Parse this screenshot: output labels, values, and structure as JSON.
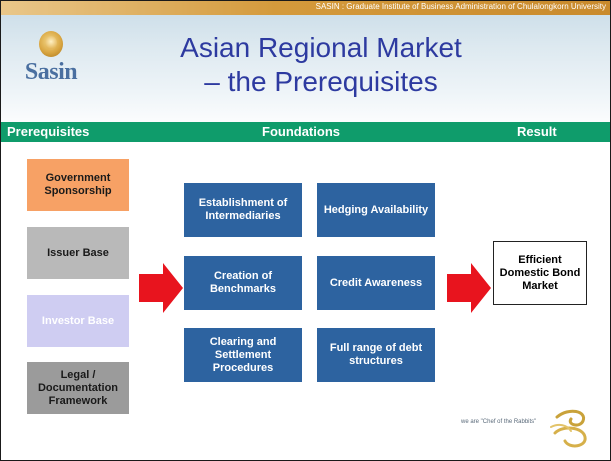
{
  "header": {
    "institution_strip": "SASIN : Graduate Institute of Business Administration of Chulalongkorn University",
    "logo_text": "Sasin",
    "title_line1": "Asian Regional Market",
    "title_line2": "– the Prerequisites"
  },
  "columns": {
    "prerequisites": "Prerequisites",
    "foundations": "Foundations",
    "result": "Result"
  },
  "prerequisites": [
    {
      "label": "Government Sponsorship",
      "color": "#f7a165",
      "text_color": "#1a1a1a"
    },
    {
      "label": "Issuer Base",
      "color": "#b9b9b9",
      "text_color": "#1a1a1a"
    },
    {
      "label": "Investor Base",
      "color": "#cfcdf2",
      "text_color": "#ffffff"
    },
    {
      "label": "Legal / Documentation Framework",
      "color": "#9b9b9b",
      "text_color": "#1a1a1a"
    }
  ],
  "foundations": [
    {
      "label": "Establishment of Intermediaries"
    },
    {
      "label": "Hedging Availability"
    },
    {
      "label": "Creation of Benchmarks"
    },
    {
      "label": "Credit Awareness"
    },
    {
      "label": "Clearing and Settlement Procedures"
    },
    {
      "label": "Full range of debt structures"
    }
  ],
  "result": {
    "label": "Efficient Domestic Bond Market"
  },
  "footer": {
    "tagline": "we are \"Chef of the Rabbits\""
  },
  "colors": {
    "bar": "#0f9c6b",
    "foundation_box": "#2d63a0",
    "arrow": "#e8141e",
    "title": "#2d3aa0"
  }
}
